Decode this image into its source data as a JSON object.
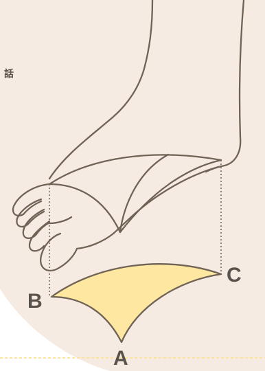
{
  "text_fragment": "話",
  "points": {
    "a": "A",
    "b": "B",
    "c": "C"
  },
  "colors": {
    "background_cream": "#f6ebe3",
    "outline_brown": "#6f6356",
    "label_gray": "#59524c",
    "wedge_fill": "#fde7a1",
    "dashed_border": "#fde2a0"
  }
}
